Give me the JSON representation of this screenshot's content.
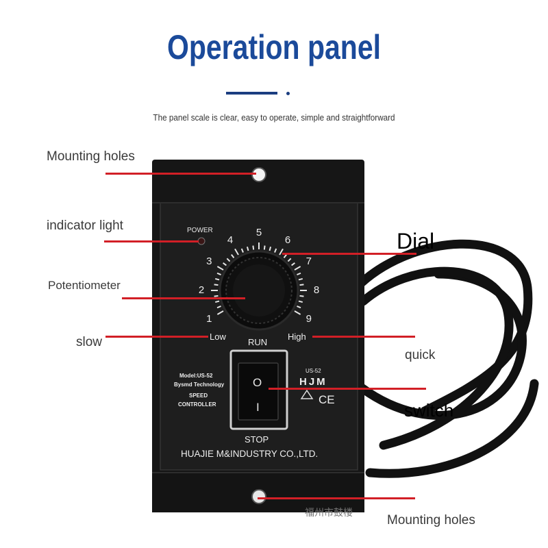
{
  "header": {
    "title": "Operation panel",
    "subtitle": "The panel scale is clear, easy to operate, simple and straightforward"
  },
  "callouts": {
    "mounting_holes_top": "Mounting holes",
    "indicator_light": "indicator light",
    "potentiometer": "Potentiometer",
    "slow": "slow",
    "dial": "Dial",
    "quick": "quick",
    "switch": "switch",
    "mounting_holes_bottom": "Mounting holes"
  },
  "panel": {
    "power_label": "POWER",
    "dial_numbers": [
      "1",
      "2",
      "3",
      "4",
      "5",
      "6",
      "7",
      "8",
      "9"
    ],
    "low_label": "Low",
    "high_label": "High",
    "run_label": "RUN",
    "stop_label": "STOP",
    "switch_on_glyph": "O",
    "switch_off_glyph": "I",
    "model_line1": "Model:US-52",
    "model_line2": "Bysmd Technology",
    "model_line3": "SPEED",
    "model_line4": "CONTROLLER",
    "model_code": "US-52",
    "brand": "HJM",
    "ce_mark": "CE",
    "manufacturer": "HUAJIE M&INDUSTRY CO.,LTD."
  },
  "watermark": "福州市鼓楼",
  "colors": {
    "title_blue": "#1b4a9a",
    "callout_red": "#d21f26",
    "panel_black": "#141414"
  }
}
